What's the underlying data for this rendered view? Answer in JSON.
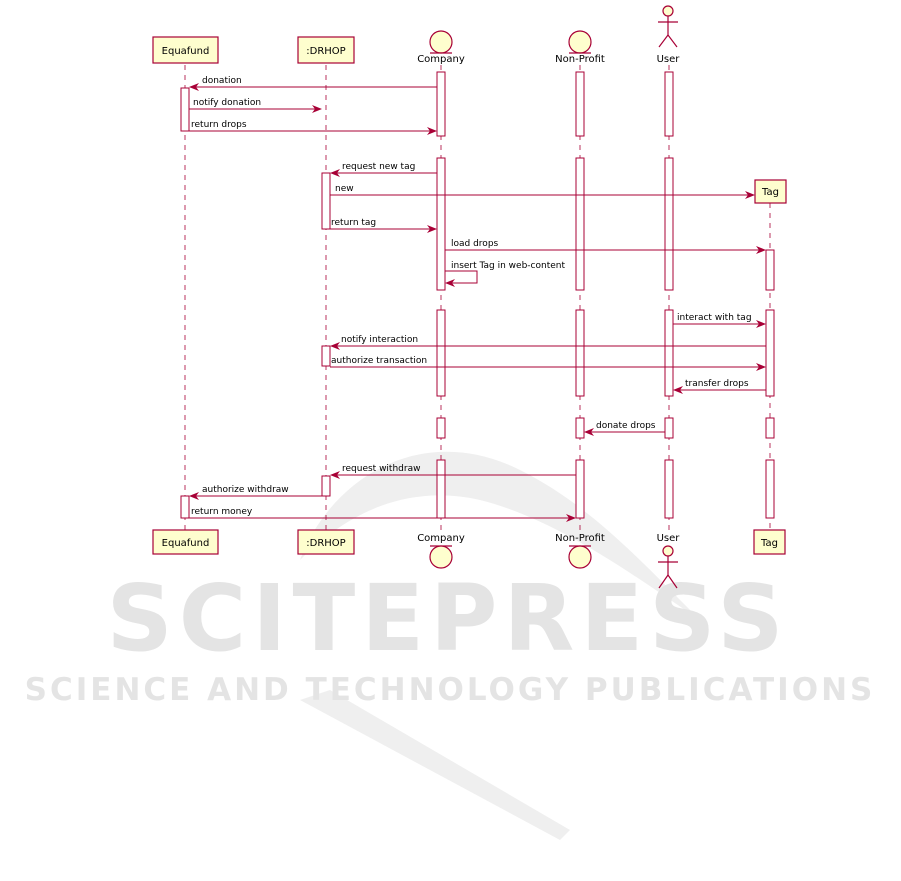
{
  "participants": [
    {
      "id": "equafund",
      "label": "Equafund",
      "kind": "participant"
    },
    {
      "id": "drhop",
      "label": ":DRHOP",
      "kind": "participant"
    },
    {
      "id": "company",
      "label": "Company",
      "kind": "entity"
    },
    {
      "id": "nonprofit",
      "label": "Non-Profit",
      "kind": "entity"
    },
    {
      "id": "user",
      "label": "User",
      "kind": "actor"
    },
    {
      "id": "tag",
      "label": "Tag",
      "kind": "participant"
    }
  ],
  "messages": [
    {
      "from": "company",
      "to": "equafund",
      "label": "donation"
    },
    {
      "from": "equafund",
      "to": "drhop",
      "label": "notify donation"
    },
    {
      "from": "equafund",
      "to": "company",
      "label": "return drops"
    },
    {
      "from": "company",
      "to": "drhop",
      "label": "request new tag"
    },
    {
      "from": "drhop",
      "to": "tag",
      "label": "new"
    },
    {
      "from": "drhop",
      "to": "company",
      "label": "return tag"
    },
    {
      "from": "company",
      "to": "tag",
      "label": "load drops"
    },
    {
      "from": "company",
      "to": "company",
      "label": "insert Tag in web-content"
    },
    {
      "from": "user",
      "to": "tag",
      "label": "interact with tag"
    },
    {
      "from": "tag",
      "to": "drhop",
      "label": "notify interaction"
    },
    {
      "from": "drhop",
      "to": "tag",
      "label": "authorize transaction"
    },
    {
      "from": "tag",
      "to": "user",
      "label": "transfer drops"
    },
    {
      "from": "user",
      "to": "nonprofit",
      "label": "donate drops"
    },
    {
      "from": "nonprofit",
      "to": "drhop",
      "label": "request withdraw"
    },
    {
      "from": "drhop",
      "to": "equafund",
      "label": "authorize withdraw"
    },
    {
      "from": "equafund",
      "to": "nonprofit",
      "label": "return money"
    }
  ],
  "watermark": {
    "title": "SCITEPRESS",
    "subtitle": "SCIENCE AND TECHNOLOGY PUBLICATIONS"
  },
  "colors": {
    "arrow": "#A80036",
    "box_fill": "#FEFECE",
    "box_stroke": "#A80036",
    "lifeline": "#A80036",
    "watermark": "#e6e6e6"
  }
}
